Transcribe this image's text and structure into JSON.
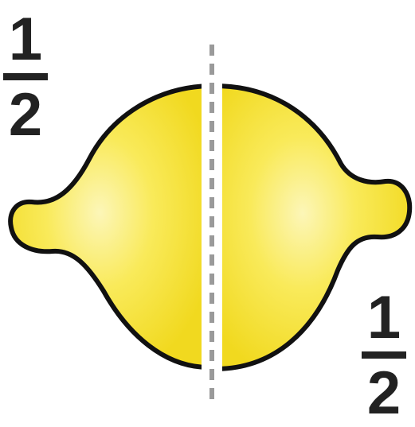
{
  "left_fraction": {
    "numerator": "1",
    "denominator": "2"
  },
  "right_fraction": {
    "numerator": "1",
    "denominator": "2"
  },
  "colors": {
    "lemon_fill": "#f7e233",
    "lemon_highlight": "#fcf6b8",
    "outline": "#111111",
    "divider": "#9a9a9a",
    "text": "#222222"
  },
  "icons": [
    "lemon-left-half-icon",
    "lemon-right-half-icon",
    "cut-line-icon"
  ]
}
